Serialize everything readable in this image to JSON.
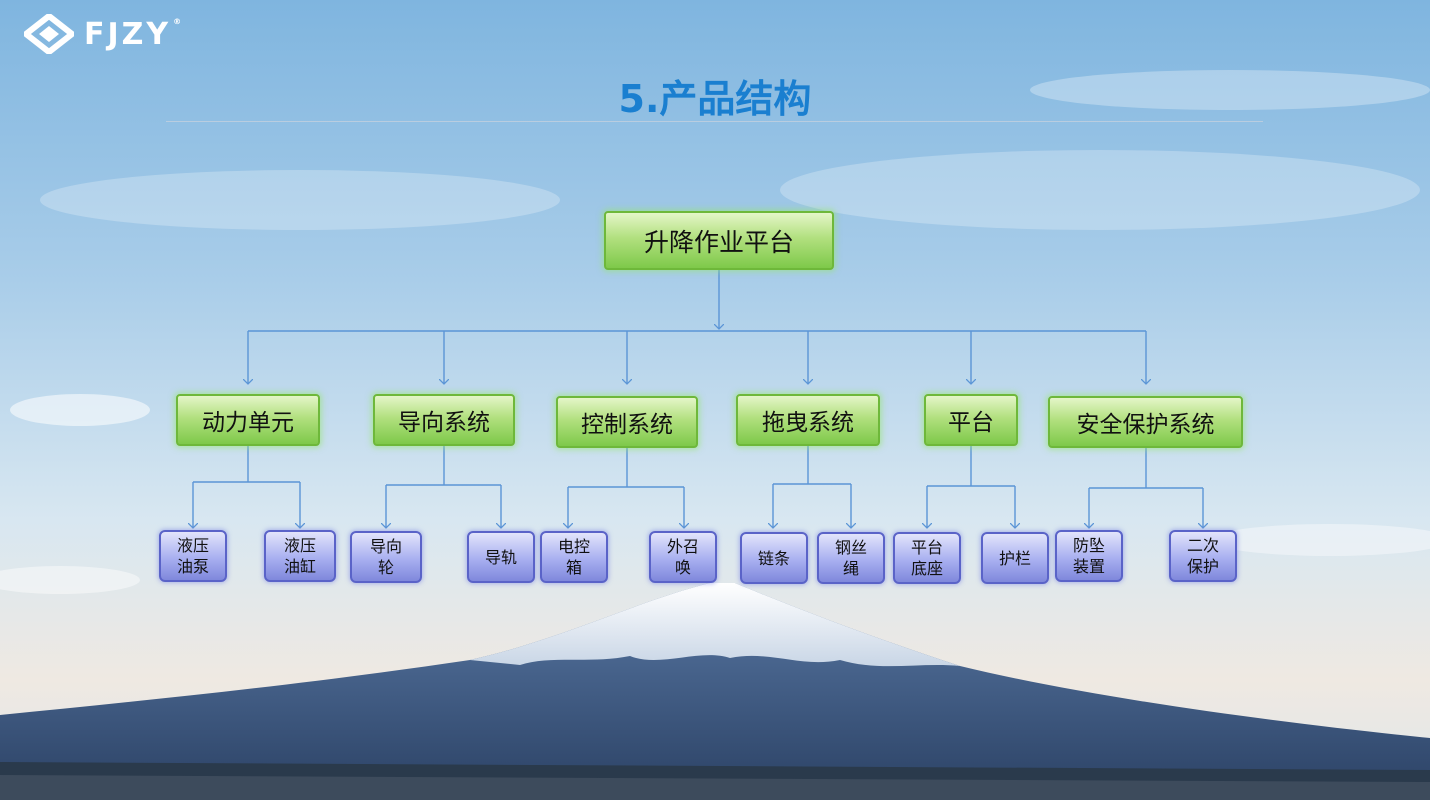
{
  "brand": {
    "logo_text": "FJZY",
    "registered_mark": "®"
  },
  "slide": {
    "title": "5.产品结构"
  },
  "colors": {
    "title": "#1a7fd0",
    "line": "#5b95d6",
    "green_box": "#b2e07f",
    "blue_box": "#a8aff0"
  },
  "diagram": {
    "root": "升降作业平台",
    "categories": [
      {
        "label": "动力单元",
        "children": [
          "液压\n油泵",
          "液压\n油缸"
        ]
      },
      {
        "label": "导向系统",
        "children": [
          "导向\n轮",
          "导轨"
        ]
      },
      {
        "label": "控制系统",
        "children": [
          "电控\n箱",
          "外召\n唤"
        ]
      },
      {
        "label": "拖曳系统",
        "children": [
          "链条",
          "钢丝\n绳"
        ]
      },
      {
        "label": "平台",
        "children": [
          "平台\n底座",
          "护栏"
        ]
      },
      {
        "label": "安全保护系统",
        "children": [
          "防坠\n装置",
          "二次\n保护"
        ]
      }
    ]
  }
}
